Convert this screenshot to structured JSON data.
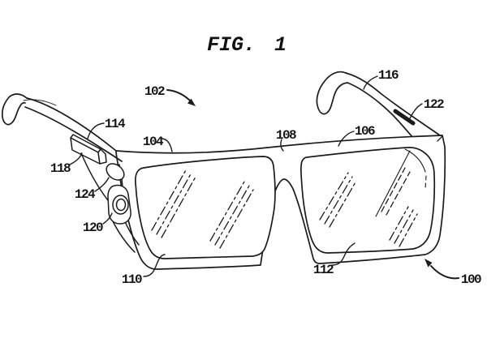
{
  "figure": {
    "title": "FIG. 1",
    "labels": {
      "l100": "100",
      "l102": "102",
      "l104": "104",
      "l106": "106",
      "l108": "108",
      "l110": "110",
      "l112": "112",
      "l114": "114",
      "l116": "116",
      "l118": "118",
      "l120": "120",
      "l122": "122",
      "l124": "124"
    },
    "colors": {
      "line": "#1b1b1b",
      "background": "#ffffff"
    }
  }
}
